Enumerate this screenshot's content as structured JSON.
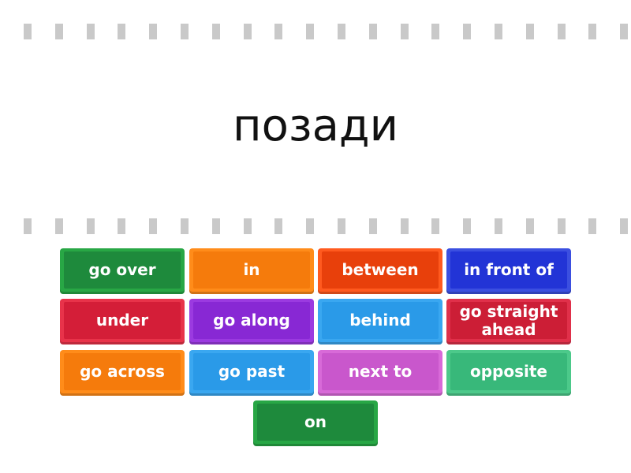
{
  "question": {
    "text": "позади"
  },
  "answers": [
    {
      "label": "go over",
      "color": "#28a745",
      "face": "#1e8a3c"
    },
    {
      "label": "in",
      "color": "#ff8c1a",
      "face": "#f57b0c"
    },
    {
      "label": "between",
      "color": "#ff5a1f",
      "face": "#e8400b"
    },
    {
      "label": "in front of",
      "color": "#3b4fe0",
      "face": "#2234d6"
    },
    {
      "label": "under",
      "color": "#e8334a",
      "face": "#d41e38"
    },
    {
      "label": "go along",
      "color": "#9b3ae0",
      "face": "#8828d4"
    },
    {
      "label": "behind",
      "color": "#3aa7f0",
      "face": "#2a9ae8"
    },
    {
      "label": "go straight ahead",
      "color": "#e0304a",
      "face": "#cc1e36"
    },
    {
      "label": "go across",
      "color": "#ff8c1a",
      "face": "#f57b0c"
    },
    {
      "label": "go past",
      "color": "#3aa7f0",
      "face": "#2a9ae8"
    },
    {
      "label": "next to",
      "color": "#d86ad8",
      "face": "#c957cc"
    },
    {
      "label": "opposite",
      "color": "#4cc98a",
      "face": "#38b87a"
    },
    {
      "label": "on",
      "color": "#28a745",
      "face": "#1e8a3c"
    }
  ]
}
